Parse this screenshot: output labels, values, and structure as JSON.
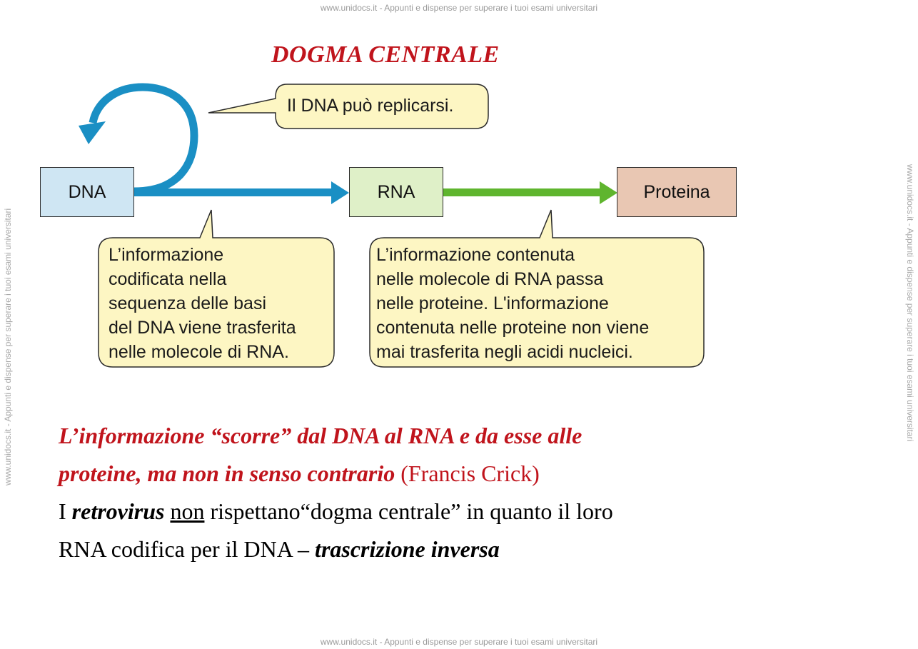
{
  "watermark": {
    "top": "www.unidocs.it - Appunti e dispense per superare i tuoi esami universitari",
    "bottom": "www.unidocs.it - Appunti e dispense per superare i tuoi esami universitari",
    "side": "www.unidocs.it - Appunti e dispense per superare i tuoi esami universitari"
  },
  "title": "DOGMA CENTRALE",
  "diagram": {
    "boxes": {
      "dna": "DNA",
      "rna": "RNA",
      "protein": "Proteina"
    },
    "bubbles": {
      "replication": "Il DNA può replicarsi.",
      "transcription": [
        "L’informazione",
        "codificata nella",
        "sequenza delle basi",
        "del DNA viene trasferita",
        "nelle molecole di RNA."
      ],
      "translation": [
        "L’informazione contenuta",
        "nelle molecole di RNA passa",
        "nelle proteine. L'informazione",
        "contenuta nelle proteine non viene",
        "mai trasferita negli acidi nucleici."
      ]
    },
    "colors": {
      "replication_arrow": "#1a8fc4",
      "transcription_arrow": "#1a8fc4",
      "translation_arrow": "#5fb52e",
      "bubble_fill": "#fdf6c3",
      "dna_box": "#cfe6f3",
      "rna_box": "#dff0c8",
      "protein_box": "#e9c7b3",
      "title": "#c0141c"
    }
  },
  "text": {
    "line1": "L’informazione “scorre” dal DNA al RNA e da esse alle",
    "line2_italic": "proteine, ma non in senso contrario",
    "line2_normal": " (Francis Crick)",
    "line3_a": "I ",
    "line3_b": "retrovirus",
    "line3_c": " ",
    "line3_d": "non",
    "line3_e": " rispettano“dogma centrale” in quanto il loro",
    "line4_a": "RNA codifica per il DNA – ",
    "line4_b": "trascrizione inversa"
  }
}
